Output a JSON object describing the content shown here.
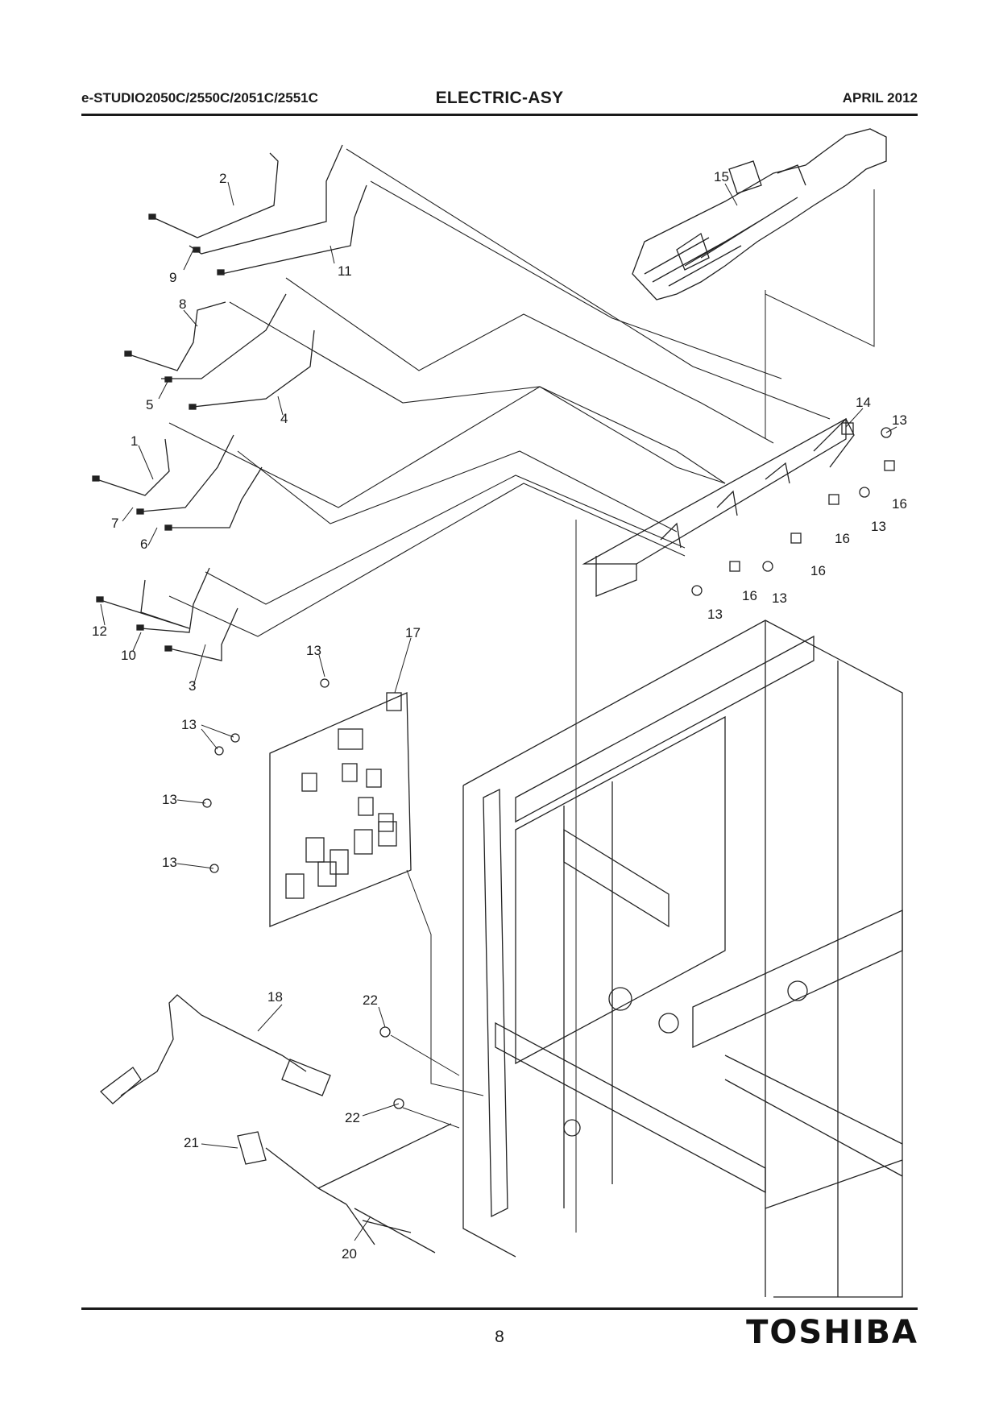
{
  "header": {
    "model": "e-STUDIO2050C/2550C/2051C/2551C",
    "section": "ELECTRIC-ASY",
    "date": "APRIL 2012"
  },
  "callouts": {
    "n1": "1",
    "n2": "2",
    "n3": "3",
    "n4": "4",
    "n5": "5",
    "n6": "6",
    "n7": "7",
    "n8": "8",
    "n9": "9",
    "n10": "10",
    "n11": "11",
    "n12": "12",
    "n13": "13",
    "n14": "14",
    "n15": "15",
    "n16": "16",
    "n17": "17",
    "n18": "18",
    "n20": "20",
    "n21": "21",
    "n22": "22"
  },
  "footer": {
    "page_number": "8",
    "brand": "TOSHIBA"
  }
}
